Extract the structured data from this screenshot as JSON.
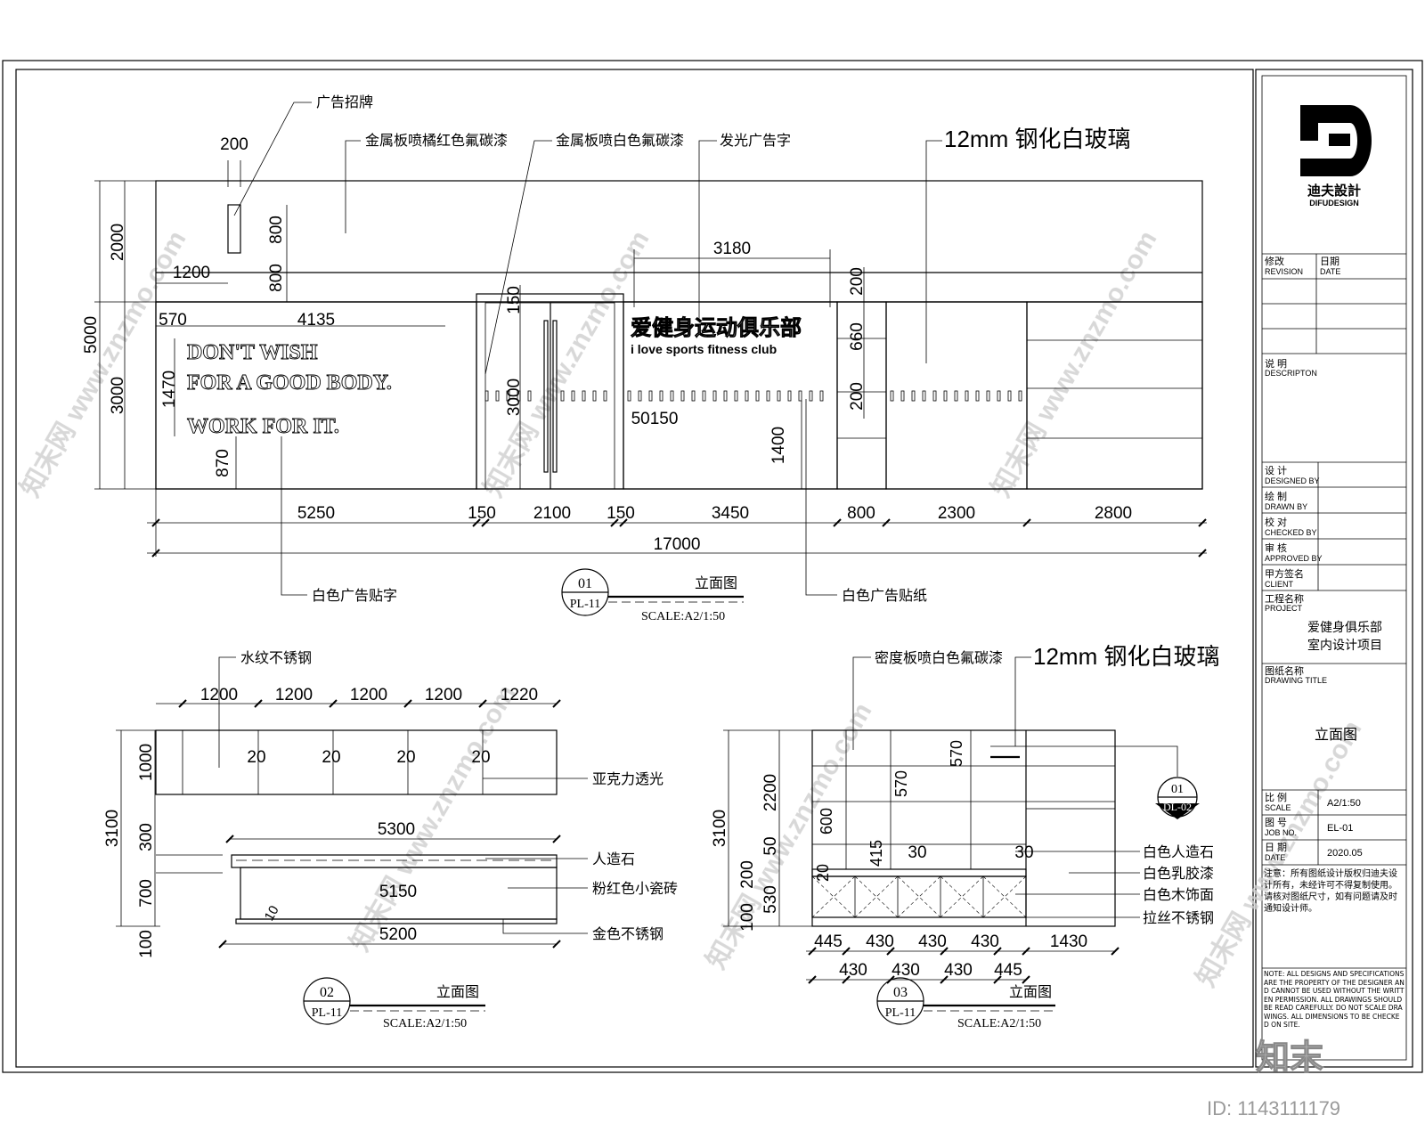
{
  "watermark": {
    "site": "知末网 www.znzmo.com",
    "brand": "知末",
    "id": "ID: 1143111179"
  },
  "title_block": {
    "logo": "DIFUDESIGN",
    "logo_cn": "迪夫設計",
    "revision_cn": "修改",
    "revision": "REVISION",
    "date_cn": "日期",
    "date": "DATE",
    "description_cn": "说 明",
    "description": "DESCRIPTON",
    "designed_cn": "设 计",
    "designed": "DESIGNED BY",
    "drawn_cn": "绘 制",
    "drawn": "DRAWN BY",
    "checked_cn": "校 对",
    "checked": "CHECKED BY",
    "approved_cn": "审 核",
    "approved": "APPROVED BY",
    "client_cn": "甲方签名",
    "client": "CLIENT",
    "project_cn": "工程名称",
    "project": "PROJECT",
    "project_name_1": "爱健身俱乐部",
    "project_name_2": "室内设计项目",
    "drawing_title_cn": "图纸名称",
    "drawing_title": "DRAWING TITLE",
    "drawing_name": "立面图",
    "scale_cn": "比 例",
    "scale": "SCALE",
    "scale_value": "A2/1:50",
    "job_cn": "图 号",
    "job": "JOB NO.",
    "job_value": "EL-01",
    "date2_cn": "日 期",
    "date2": "DATE",
    "date_value": "2020.05",
    "note_cn": "注意：所有图纸设计版权归迪夫设计所有，未经许可不得复制使用。请核对图纸尺寸，如有问题请及时通知设计师。",
    "note_en": "NOTE: ALL DESIGNS AND SPECIFICATIONS ARE THE PROPERTY OF THE DESIGNER AND CANNOT BE USED WITHOUT THE WRITTEN PERMISSION. ALL DRAWINGS SHOULD BE READ CAREFULLY. DO NOT SCALE DRAWINGS. ALL DIMENSIONS TO BE CHECKED ON SITE."
  },
  "elev1": {
    "labels": {
      "sign": "广告招牌",
      "orange_panel": "金属板喷橘红色氟碳漆",
      "white_panel": "金属板喷白色氟碳漆",
      "glow_text": "发光广告字",
      "glass": "12mm 钢化白玻璃",
      "white_letters": "白色广告贴字",
      "white_sticker": "白色广告贴纸"
    },
    "slogan": [
      "DON'T WISH",
      "FOR A GOOD BODY.",
      "WORK FOR IT."
    ],
    "club_cn": "爱健身运动俱乐部",
    "club_en": "i love sports fitness club",
    "dims": {
      "d200": "200",
      "d2000": "2000",
      "d5000": "5000",
      "d3000": "3000",
      "d800a": "800",
      "d800b": "800",
      "d1200": "1200",
      "d570": "570",
      "d4135": "4135",
      "d1470": "1470",
      "d870": "870",
      "d150v": "150",
      "d3000v": "3000",
      "d3180": "3180",
      "d200b": "200",
      "d660": "660",
      "d200c": "200",
      "d50150": "50150",
      "d1400": "1400",
      "b5250": "5250",
      "b150a": "150",
      "b2100": "2100",
      "b150b": "150",
      "b3450": "3450",
      "b800": "800",
      "b2300": "2300",
      "b2800": "2800",
      "total": "17000"
    },
    "tag_num": "01",
    "tag_ref": "PL-11",
    "tag_title": "立面图",
    "tag_scale": "SCALE:A2/1:50"
  },
  "elev2": {
    "labels": {
      "ss": "水纹不锈钢",
      "acrylic": "亚克力透光",
      "stone": "人造石",
      "tile": "粉红色小瓷砖",
      "gold": "金色不锈钢"
    },
    "dims": {
      "t1": "1200",
      "t2": "1200",
      "t3": "1200",
      "t4": "1200",
      "t5": "1220",
      "g1": "20",
      "g2": "20",
      "g3": "20",
      "g4": "20",
      "v1000": "1000",
      "v3100": "3100",
      "v300": "300",
      "v700": "700",
      "v100": "100",
      "w5300": "5300",
      "w5150": "5150",
      "w5200": "5200",
      "w10": "10"
    },
    "tag_num": "02",
    "tag_ref": "PL-11",
    "tag_title": "立面图",
    "tag_scale": "SCALE:A2/1:50"
  },
  "elev3": {
    "labels": {
      "density": "密度板喷白色氟碳漆",
      "glass": "12mm 钢化白玻璃",
      "stone": "白色人造石",
      "latex": "白色乳胶漆",
      "wood": "白色木饰面",
      "brushed": "拉丝不锈钢"
    },
    "dims": {
      "v3100": "3100",
      "v2200": "2200",
      "v50": "50",
      "v200": "200",
      "v530": "530",
      "v100": "100",
      "i570a": "570",
      "i570b": "570",
      "i600": "600",
      "i415": "415",
      "i30a": "30",
      "i30b": "30",
      "i20": "20",
      "b445a": "445",
      "b430a": "430",
      "b430b": "430",
      "b430c": "430",
      "b1430": "1430",
      "c430a": "430",
      "c430b": "430",
      "c430c": "430",
      "c445": "445"
    },
    "callout_num": "01",
    "callout_ref": "DL-02",
    "tag_num": "03",
    "tag_ref": "PL-11",
    "tag_title": "立面图",
    "tag_scale": "SCALE:A2/1:50"
  }
}
